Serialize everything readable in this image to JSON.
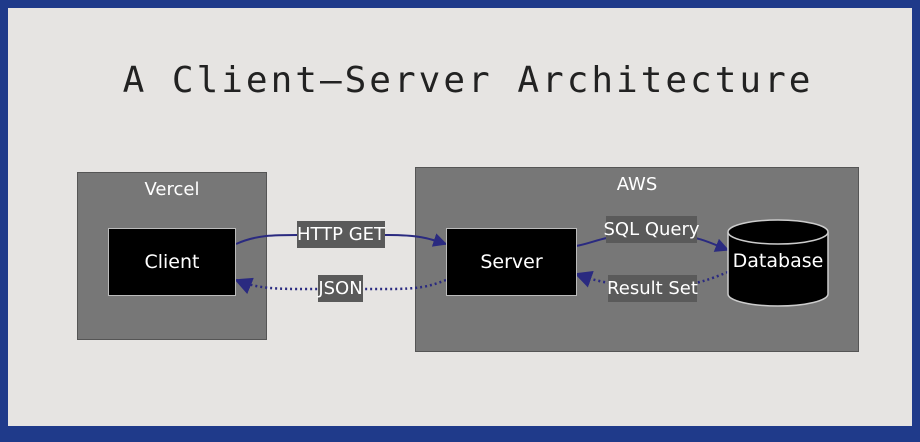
{
  "diagram": {
    "title": "A Client—Server Architecture",
    "groups": {
      "vercel": "Vercel",
      "aws": "AWS"
    },
    "nodes": {
      "client": "Client",
      "server": "Server",
      "database": "Database"
    },
    "edges": {
      "http_get": "HTTP GET",
      "json": "JSON",
      "sql_query": "SQL Query",
      "result_set": "Result Set"
    },
    "colors": {
      "background": "#e6e4e2",
      "border": "#1f3a8a",
      "group_fill": "#777777",
      "node_fill": "#000000",
      "edge_color": "#2a2a80",
      "label_fill": "#5a5a5a"
    }
  }
}
